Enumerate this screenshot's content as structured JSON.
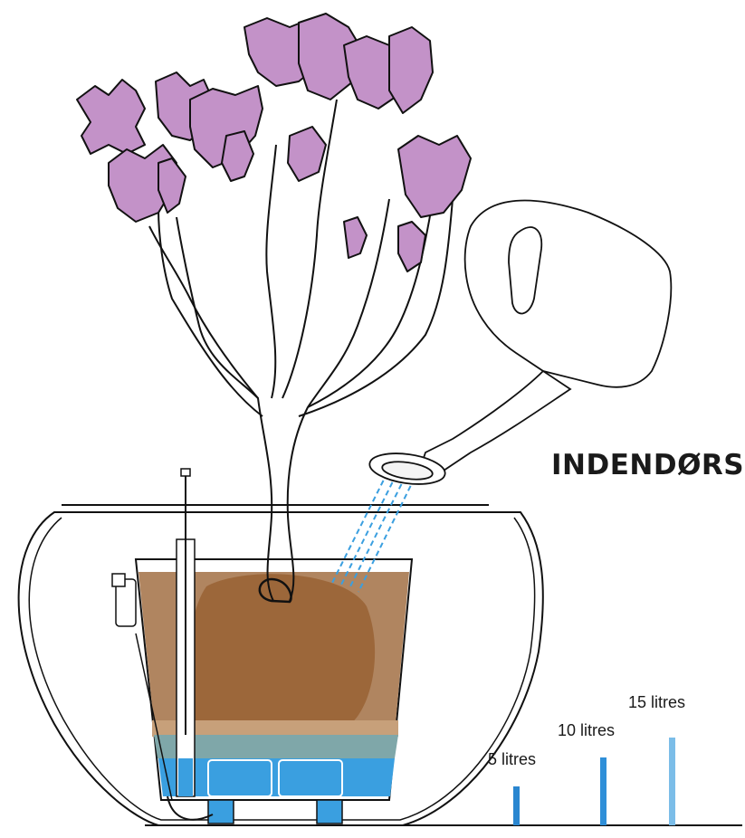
{
  "label": "INDENDØRS",
  "volumes": [
    {
      "label": "5 litres",
      "litres": 5
    },
    {
      "label": "10 litres",
      "litres": 10
    },
    {
      "label": "15 litres",
      "litres": 15
    }
  ],
  "colors": {
    "flower": "#c392c8",
    "soil": "#b08560",
    "rootball": "#9a6436",
    "water": "#3a9fe0",
    "water_dark": "#2a86d0",
    "volume_5": "#2a86d0",
    "volume_10": "#2f8fd8",
    "volume_15": "#7bbde8"
  }
}
